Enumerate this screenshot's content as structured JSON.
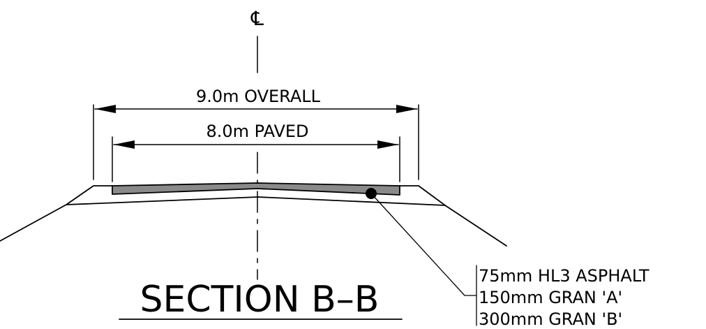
{
  "centerline_symbol": "℄",
  "dimensions": {
    "overall": "9.0m  OVERALL",
    "paved": "8.0m  PAVED"
  },
  "section_title": "SECTION  B–B",
  "layers": [
    "75mm  HL3  ASPHALT",
    "150mm  GRAN  'A'",
    "300mm  GRAN  'B'"
  ],
  "colors": {
    "asphalt": "#8a8a8a",
    "ink": "#000000"
  }
}
